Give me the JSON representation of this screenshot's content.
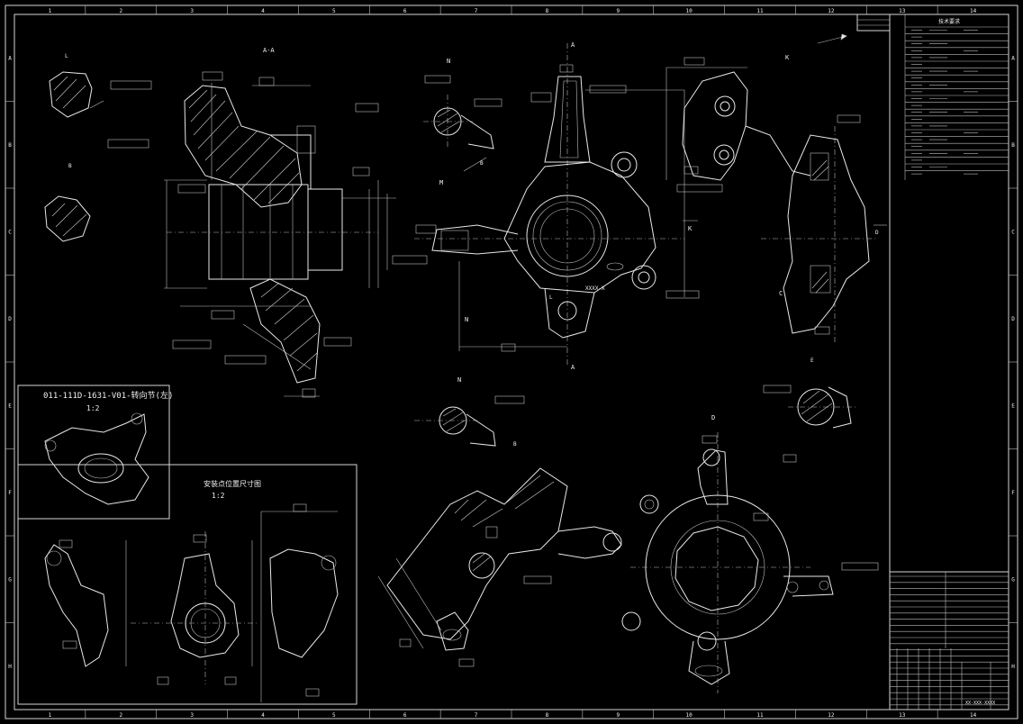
{
  "border": {
    "columns": [
      "1",
      "2",
      "3",
      "4",
      "5",
      "6",
      "7",
      "8",
      "9",
      "10",
      "11",
      "12",
      "13",
      "14"
    ],
    "rows": [
      "A",
      "B",
      "C",
      "D",
      "E",
      "F",
      "G",
      "H"
    ]
  },
  "views": {
    "section_aa": "A-A",
    "view_n_top": "N",
    "view_a_top": "A",
    "view_k": "K",
    "view_l": "L",
    "view_b": "B",
    "view_n_mid": "N",
    "view_e": "E",
    "view_d": "D",
    "view_c": "C",
    "view_a_bottom": "A"
  },
  "iso_view": {
    "title": "011-111D-1631-V01-转向节(左)",
    "scale": "1:2"
  },
  "dim_view": {
    "title": "安装点位置尺寸图",
    "scale": "1:2"
  },
  "part_mark": {
    "line1": "XXXX-X"
  },
  "title_block": {
    "top_label": "技术要求",
    "drawing_no": "XX-XXX-XXXX"
  },
  "colors": {
    "background": "#000000",
    "lines": "#e8e8e8"
  }
}
